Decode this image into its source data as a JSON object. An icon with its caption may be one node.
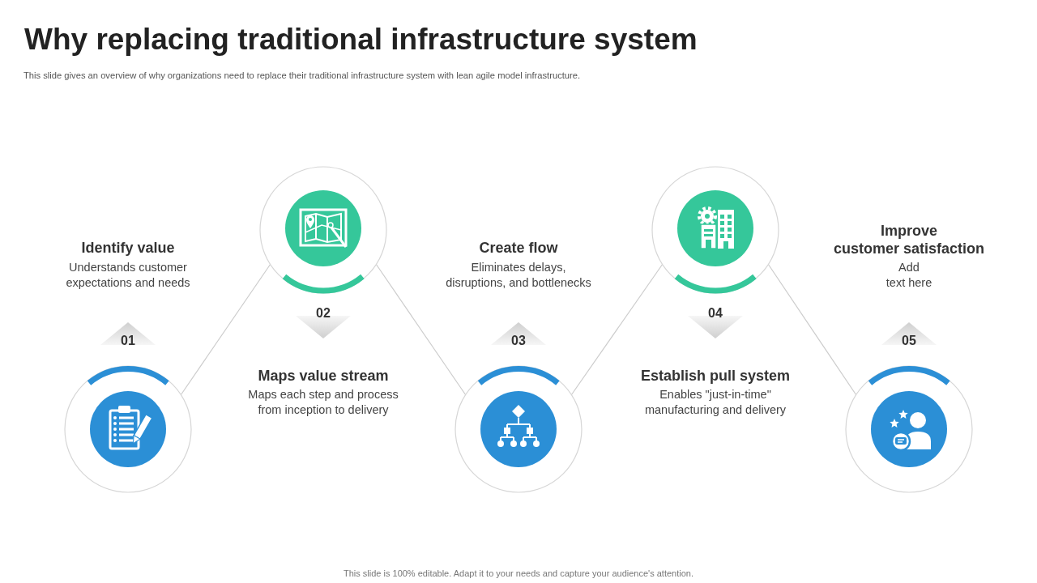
{
  "diagram": {
    "title": "Why replacing traditional infrastructure system",
    "nodes": [
      {
        "text": [],
        "shape": "circle",
        "beside": [
          "Identify value",
          "Understands customer expectations and needs",
          "01"
        ]
      },
      {
        "text": [],
        "shape": "circle",
        "beside": [
          "02",
          "Maps value stream",
          "Maps each step and process from inception to delivery"
        ]
      },
      {
        "text": [],
        "shape": "circle",
        "beside": [
          "Create flow",
          "Eliminates delays, disruptions, and bottlenecks",
          "03"
        ]
      },
      {
        "text": [],
        "shape": "circle",
        "beside": [
          "04",
          "Establish pull system",
          "Enables \"just-in-time\" manufacturing and delivery"
        ]
      },
      {
        "text": [],
        "shape": "circle",
        "beside": [
          "Improve customer satisfaction",
          "Add text here",
          "05"
        ]
      }
    ],
    "edges": [
      {
        "from": 0,
        "to": 1,
        "arrow": "none"
      },
      {
        "from": 1,
        "to": 2,
        "arrow": "none"
      },
      {
        "from": 2,
        "to": 3,
        "arrow": "none"
      },
      {
        "from": 3,
        "to": 4,
        "arrow": "none"
      }
    ],
    "labels": [
      "This slide gives an overview of why organizations need to replace their traditional infrastructure system with lean agile model infrastructure.",
      "This slide is 100% editable. Adapt it to your needs and capture your audience's attention."
    ]
  }
}
